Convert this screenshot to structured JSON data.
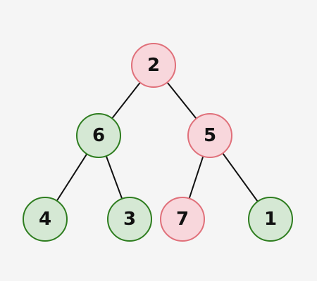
{
  "colors": {
    "background": "#f5f5f5",
    "green_fill": "#d5e8d4",
    "green_stroke": "#2e7d1f",
    "red_fill": "#f8d7dc",
    "red_stroke": "#e0707a",
    "edge": "#111111"
  },
  "tree": {
    "nodes": [
      {
        "id": "n2",
        "label": "2",
        "color": "red"
      },
      {
        "id": "n6",
        "label": "6",
        "color": "green"
      },
      {
        "id": "n5",
        "label": "5",
        "color": "red"
      },
      {
        "id": "n4",
        "label": "4",
        "color": "green"
      },
      {
        "id": "n3",
        "label": "3",
        "color": "green"
      },
      {
        "id": "n7",
        "label": "7",
        "color": "red"
      },
      {
        "id": "n1",
        "label": "1",
        "color": "green"
      }
    ],
    "edges": [
      {
        "from": "n2",
        "to": "n6"
      },
      {
        "from": "n2",
        "to": "n5"
      },
      {
        "from": "n6",
        "to": "n4"
      },
      {
        "from": "n6",
        "to": "n3"
      },
      {
        "from": "n5",
        "to": "n7"
      },
      {
        "from": "n5",
        "to": "n1"
      }
    ]
  }
}
